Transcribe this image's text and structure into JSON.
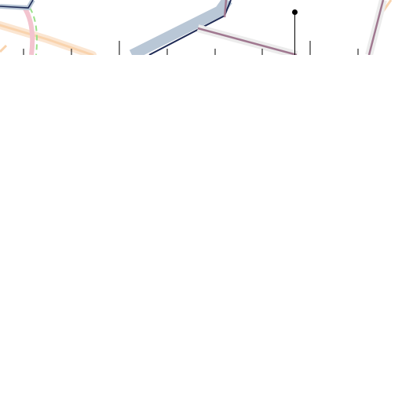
{
  "map": {
    "colors": {
      "background": "#ffffff",
      "road_orange": "#f9d3ad",
      "road_orange_casing": "#fbe6d2",
      "pink_route": "#f3c4cf",
      "green_dashed": "#9ae08a",
      "blue_casing": "#b9c7d6",
      "navy_line": "#1e2a55",
      "purple_line": "#a07890",
      "purple_casing": "#ececec",
      "ticks": "#000000"
    },
    "layers": [
      "orange-road",
      "pink-route",
      "green-dashed-path",
      "blue-navy-route",
      "purple-route",
      "tick-bar",
      "pin-marker"
    ]
  }
}
